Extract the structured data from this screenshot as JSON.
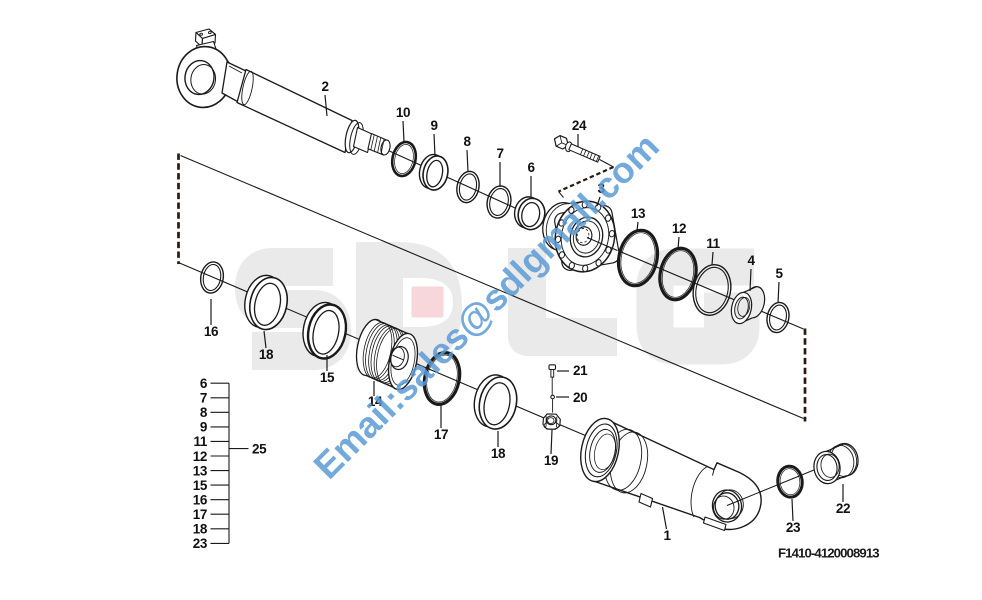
{
  "diagram": {
    "type": "exploded-parts-diagram",
    "drawing_number": "F1410-4120008913",
    "background_color": "#ffffff",
    "line_color": "#1a1a1a"
  },
  "watermarks": {
    "email_text": "Email:sales@sdlgmall.com",
    "email_color": "#5b9bd5",
    "logo_text": "SDLG",
    "logo_color": "#eaeaea",
    "logo_accent_color": "#f7d7d9"
  },
  "callouts": [
    {
      "label": "2"
    },
    {
      "label": "10"
    },
    {
      "label": "9"
    },
    {
      "label": "8"
    },
    {
      "label": "7"
    },
    {
      "label": "6"
    },
    {
      "label": "24"
    },
    {
      "label": "3"
    },
    {
      "label": "13"
    },
    {
      "label": "12"
    },
    {
      "label": "11"
    },
    {
      "label": "4"
    },
    {
      "label": "5"
    },
    {
      "label": "16"
    },
    {
      "label": "18"
    },
    {
      "label": "15"
    },
    {
      "label": "14"
    },
    {
      "label": "17"
    },
    {
      "label": "18"
    },
    {
      "label": "19"
    },
    {
      "label": "21"
    },
    {
      "label": "20"
    },
    {
      "label": "1"
    },
    {
      "label": "23"
    },
    {
      "label": "22"
    }
  ],
  "parts_list": {
    "items": [
      "6",
      "7",
      "8",
      "9",
      "11",
      "12",
      "13",
      "15",
      "16",
      "17",
      "18",
      "23"
    ],
    "group_label": "25"
  }
}
